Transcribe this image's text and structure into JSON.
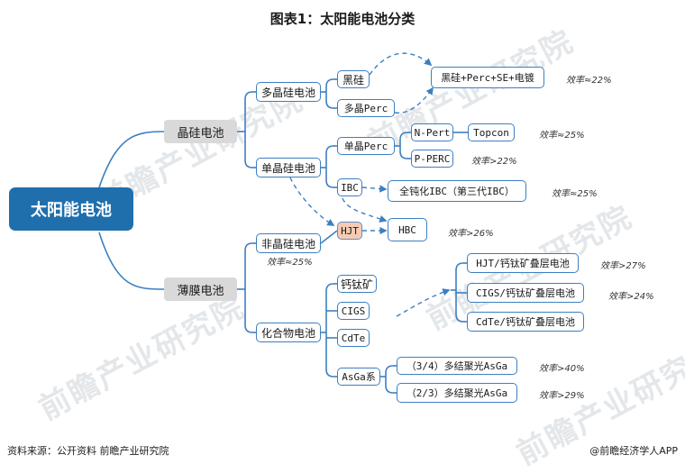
{
  "title": "图表1：太阳能电池分类",
  "root": "太阳能电池",
  "categories": {
    "crystalline": "晶硅电池",
    "thin_film": "薄膜电池"
  },
  "nodes": {
    "poly_si": "多晶硅电池",
    "mono_si": "单晶硅电池",
    "amorphous_si": "非晶硅电池",
    "compound": "化合物电池",
    "black_si": "黑硅",
    "poly_perc": "多晶Perc",
    "black_si_result": "黑硅+Perc+SE+电镀",
    "mono_perc": "单晶Perc",
    "n_pert": "N-Pert",
    "topcon": "Topcon",
    "p_perc": "P-PERC",
    "ibc": "IBC",
    "full_passivation_ibc": "全钝化IBC（第三代IBC）",
    "hjt": "HJT",
    "hbc": "HBC",
    "perovskite": "钙钛矿",
    "cigs": "CIGS",
    "cdte": "CdTe",
    "hjt_perovskite": "HJT/钙钛矿叠层电池",
    "cigs_perovskite": "CIGS/钙钛矿叠层电池",
    "cdte_perovskite": "CdTe/钙钛矿叠层电池",
    "asga": "AsGa系",
    "asga_3_4": "（3/4）多结聚光AsGa",
    "asga_2_3": "（2/3）多结聚光AsGa"
  },
  "efficiency": {
    "black_si_result": "效率≈22%",
    "topcon": "效率≈25%",
    "p_perc": "效率>22%",
    "full_passivation_ibc": "效率≈25%",
    "hbc": "效率>26%",
    "amorphous_si": "效率≈25%",
    "hjt_perovskite": "效率>27%",
    "cigs_perovskite": "效率>24%",
    "asga_3_4": "效率>40%",
    "asga_2_3": "效率>29%"
  },
  "watermark": "前瞻产业研究院",
  "footer": {
    "source": "资料来源：公开资料 前瞻产业研究院",
    "brand": "@前瞻经济学人APP"
  },
  "colors": {
    "line": "#3d7fc1",
    "root": "#1f6fad",
    "category": "#d9d9d9",
    "hjt_fill": "#f6cbb3"
  }
}
